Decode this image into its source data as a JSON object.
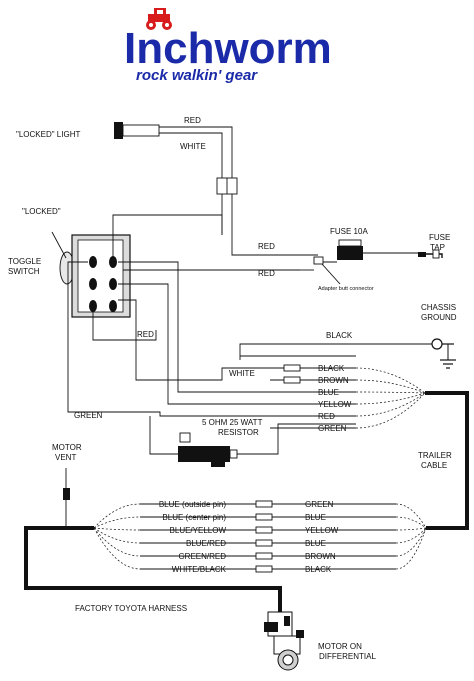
{
  "logo": {
    "title": "Inchworm",
    "subtitle": "rock walkin' gear",
    "colors": {
      "blue": "#1a2aa8",
      "red": "#d81b1b"
    }
  },
  "components": {
    "locked_light": "\"LOCKED\" LIGHT",
    "locked": "\"LOCKED\"",
    "toggle_switch": [
      "TOGGLE",
      "SWITCH"
    ],
    "fuse": "FUSE 10A",
    "fuse_tap": [
      "FUSE",
      "TAP"
    ],
    "adapter": "Adapter butt connector",
    "chassis_ground": [
      "CHASSIS",
      "GROUND"
    ],
    "resistor": [
      "5 OHM 25 WATT",
      "RESISTOR"
    ],
    "motor_vent": [
      "MOTOR",
      "VENT"
    ],
    "trailer_cable": [
      "TRAILER",
      "CABLE"
    ],
    "factory_harness": "FACTORY TOYOTA HARNESS",
    "motor_diff": [
      "MOTOR ON",
      "DIFFERENTIAL"
    ]
  },
  "wire_labels": {
    "light_red": "RED",
    "light_white": "WHITE",
    "fuse_red_top": "RED",
    "fuse_red_bottom": "RED",
    "switch_red": "RED",
    "black": "BLACK",
    "white": "WHITE",
    "green": "GREEN"
  },
  "trailer_wires": [
    "BLACK",
    "BROWN",
    "BLUE",
    "YELLOW",
    "RED",
    "GREEN"
  ],
  "harness_left": [
    "BLUE (outside pin)",
    "BLUE (center pin)",
    "BLUE/YELLOW",
    "BLUE/RED",
    "GREEN/RED",
    "WHITE/BLACK"
  ],
  "harness_right": [
    "GREEN",
    "BLUE",
    "YELLOW",
    "BLUE",
    "BROWN",
    "BLACK"
  ]
}
